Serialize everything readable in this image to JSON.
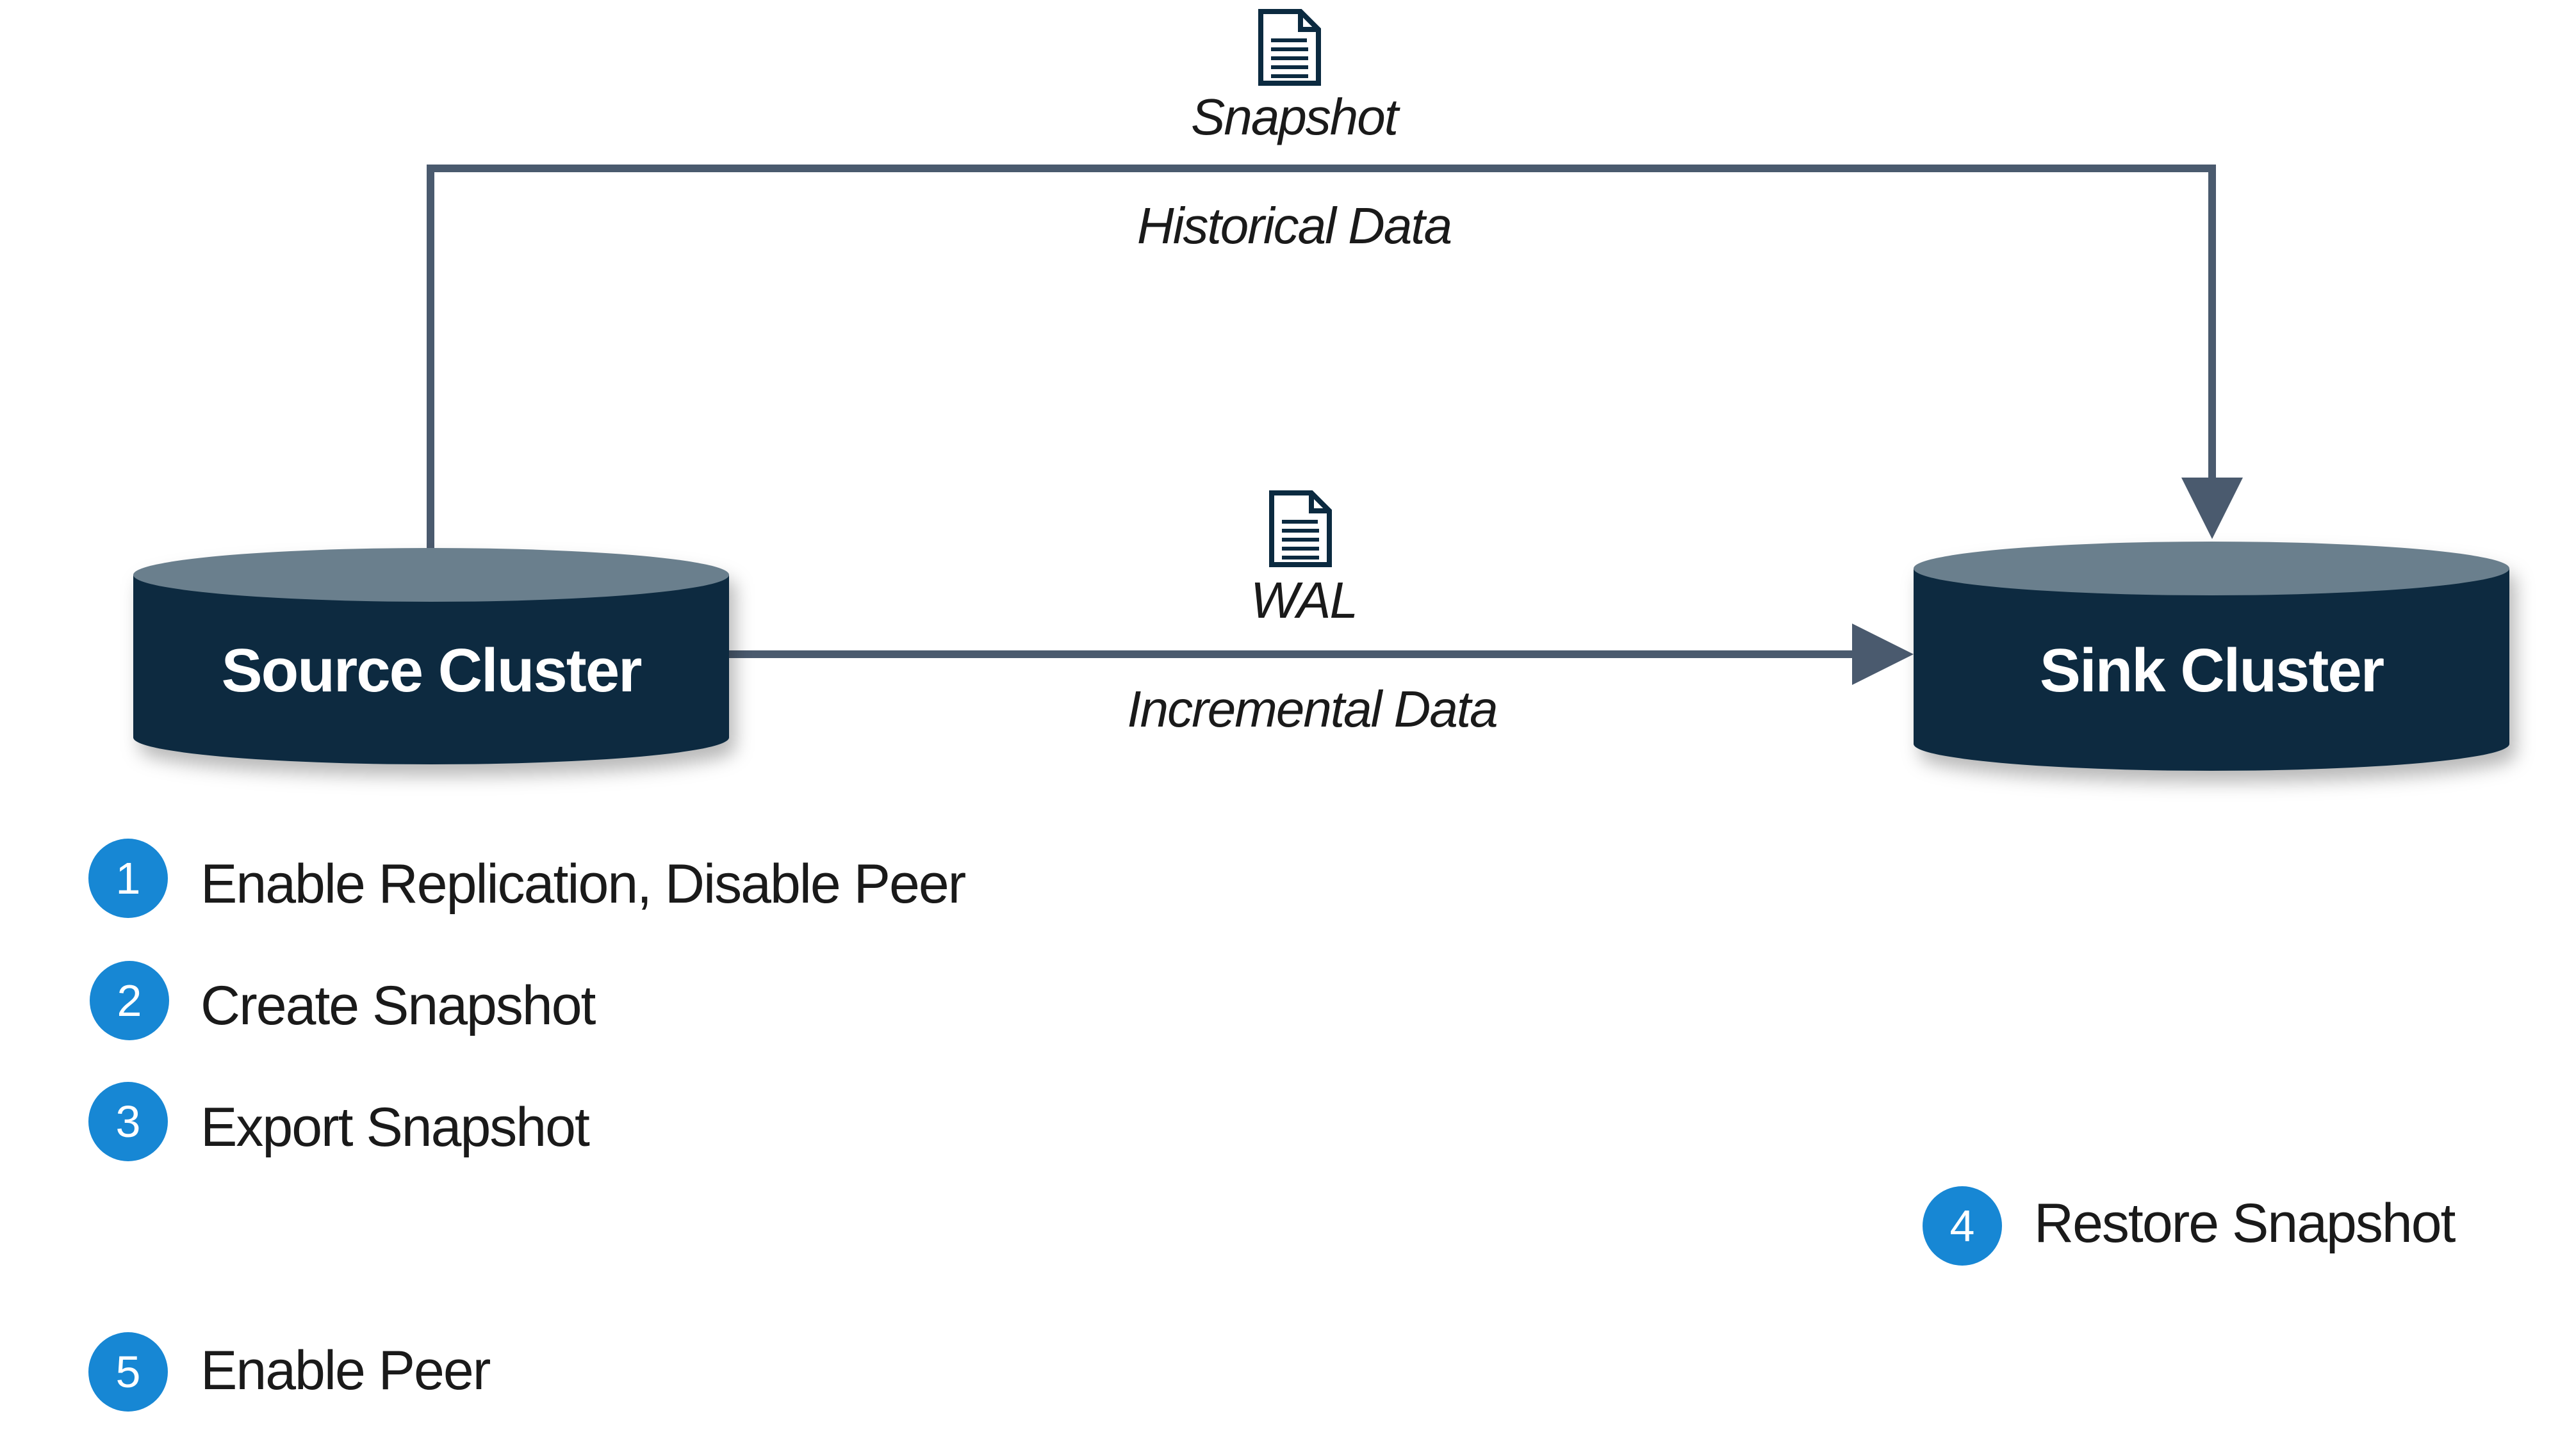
{
  "diagram": {
    "source_cluster": {
      "label": "Source Cluster"
    },
    "sink_cluster": {
      "label": "Sink Cluster"
    },
    "snapshot_flow": {
      "file_label": "Snapshot",
      "data_label": "Historical Data"
    },
    "wal_flow": {
      "file_label": "WAL",
      "data_label": "Incremental Data"
    },
    "steps": [
      {
        "number": "1",
        "label": "Enable Replication, Disable Peer"
      },
      {
        "number": "2",
        "label": "Create Snapshot"
      },
      {
        "number": "3",
        "label": "Export Snapshot"
      },
      {
        "number": "4",
        "label": "Restore Snapshot"
      },
      {
        "number": "5",
        "label": "Enable Peer"
      }
    ]
  },
  "colors": {
    "cylinder_body": "#0b2a40",
    "cylinder_top": "#6a7f8d",
    "arrow": "#4a5a6e",
    "step_circle": "#1787d4",
    "doc_icon": "#0b2a40",
    "divider": "#5a6a80"
  }
}
